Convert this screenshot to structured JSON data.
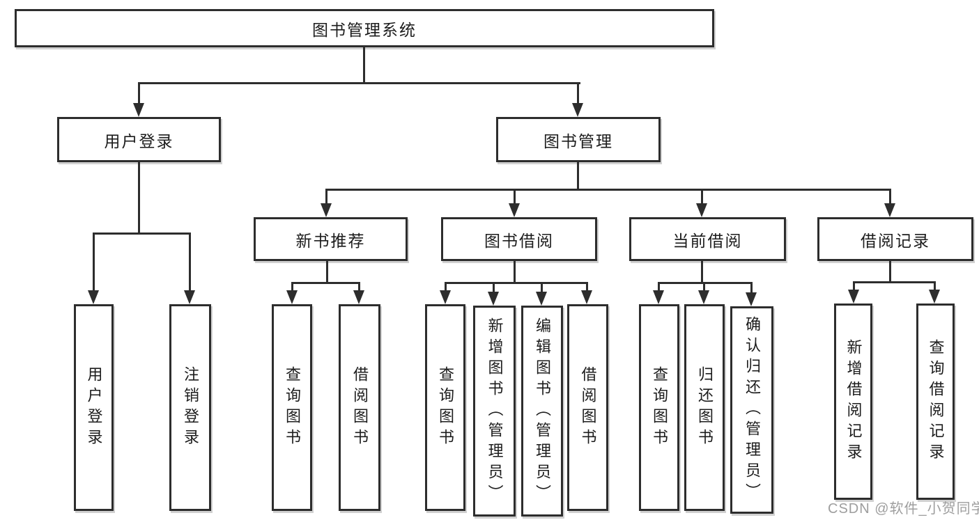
{
  "tree": {
    "root": {
      "label": "图书管理系统",
      "children": [
        {
          "label": "用户登录",
          "children": [
            {
              "label": "用户登录"
            },
            {
              "label": "注销登录"
            }
          ]
        },
        {
          "label": "图书管理",
          "children": [
            {
              "label": "新书推荐",
              "children": [
                {
                  "label": "查询图书"
                },
                {
                  "label": "借阅图书"
                }
              ]
            },
            {
              "label": "图书借阅",
              "children": [
                {
                  "label": "查询图书"
                },
                {
                  "label": "新增图书（管理员）"
                },
                {
                  "label": "编辑图书（管理员）"
                },
                {
                  "label": "借阅图书"
                }
              ]
            },
            {
              "label": "当前借阅",
              "children": [
                {
                  "label": "查询图书"
                },
                {
                  "label": "归还图书"
                },
                {
                  "label": "确认归还（管理员）"
                }
              ]
            },
            {
              "label": "借阅记录",
              "children": [
                {
                  "label": "新增借阅记录"
                },
                {
                  "label": "查询借阅记录"
                }
              ]
            }
          ]
        }
      ]
    }
  },
  "watermark": {
    "text": "CSDN @软件_小贺同学"
  },
  "colors": {
    "line": "#2d2d2d",
    "text": "#1c1c1c",
    "watermark": "#9e9e9e",
    "background": "#ffffff"
  }
}
